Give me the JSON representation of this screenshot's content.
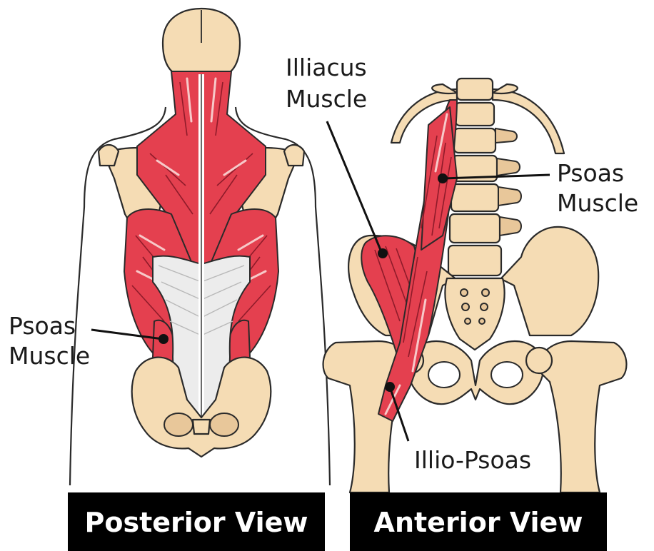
{
  "views": {
    "posterior": {
      "caption": "Posterior View"
    },
    "anterior": {
      "caption": "Anterior View"
    }
  },
  "labels": {
    "psoas_posterior": {
      "line1": "Psoas",
      "line2": "Muscle"
    },
    "illiacus": {
      "line1": "Illiacus",
      "line2": "Muscle"
    },
    "psoas_anterior": {
      "line1": "Psoas",
      "line2": "Muscle"
    },
    "illio_psoas": {
      "line1": "Illio-Psoas"
    }
  },
  "colors": {
    "muscle": "#e4404f",
    "bone": "#f5dcb4",
    "fascia": "#ececec",
    "caption_bg": "#000000",
    "caption_text": "#ffffff"
  }
}
